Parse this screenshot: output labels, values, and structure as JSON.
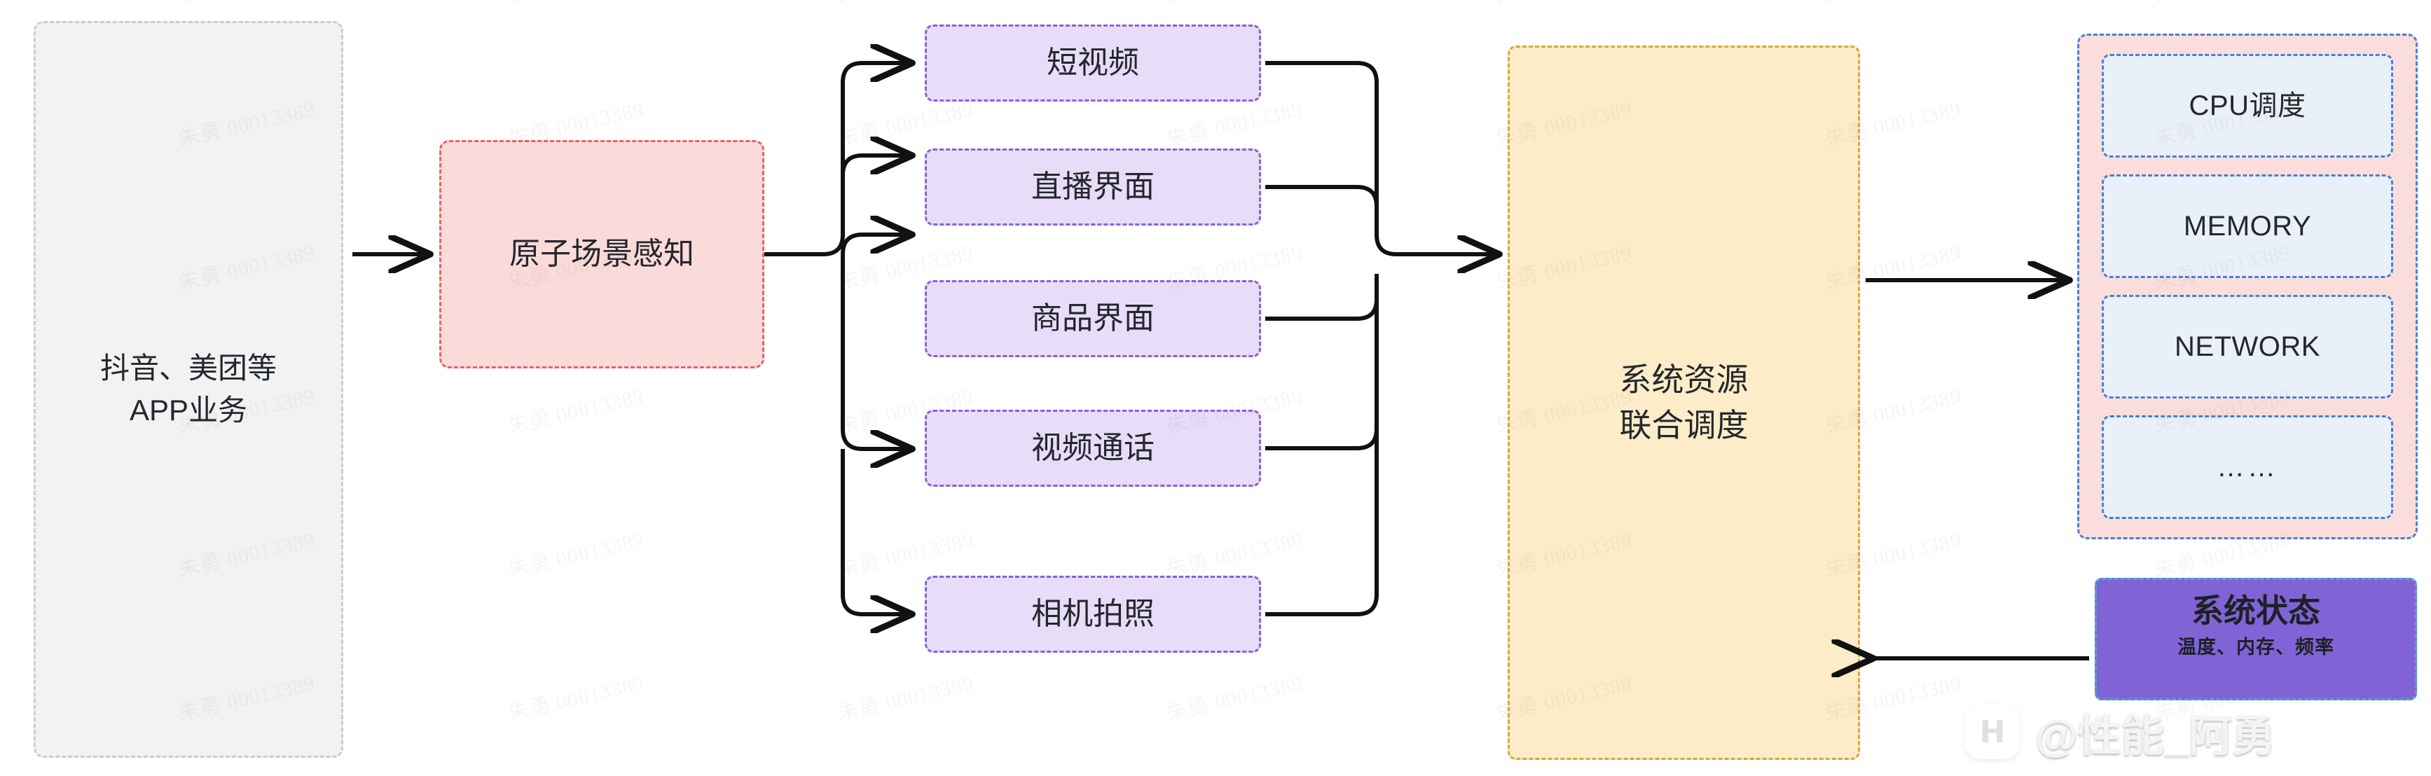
{
  "diagram": {
    "app_source": {
      "line1": "抖音、美团等",
      "line2": "APP业务"
    },
    "scene_perception": {
      "label": "原子场景感知"
    },
    "scenes": [
      {
        "label": "短视频"
      },
      {
        "label": "直播界面"
      },
      {
        "label": "商品界面"
      },
      {
        "label": "视频通话"
      },
      {
        "label": "相机拍照"
      }
    ],
    "scheduler": {
      "line1": "系统资源",
      "line2": "联合调度"
    },
    "resources": [
      {
        "label": "CPU调度"
      },
      {
        "label": "MEMORY"
      },
      {
        "label": "NETWORK"
      },
      {
        "label": "……"
      }
    ],
    "system_state": {
      "title": "系统状态",
      "subtitle": "温度、内存、频率"
    }
  },
  "credit": {
    "badge_glyph": "H",
    "name": "@性能_阿勇"
  },
  "watermark": {
    "text": "朱勇 00013389"
  },
  "colors": {
    "app_fill": "#f1f2f2",
    "app_border": "#c9ccd2",
    "scene_fill": "#fbdbd9",
    "scene_border": "#e06666",
    "scene_item_fill": "#e8ddf8",
    "scene_item_border": "#8861d8",
    "scheduler_fill": "#fcecc8",
    "scheduler_border": "#d4a83c",
    "resources_fill": "#fbdedb",
    "resources_border": "#4a7fd1",
    "resource_item_fill": "#eaf0fa",
    "system_state_fill": "#8064d6",
    "system_state_border": "#55a3d6",
    "connector": "#111111"
  }
}
